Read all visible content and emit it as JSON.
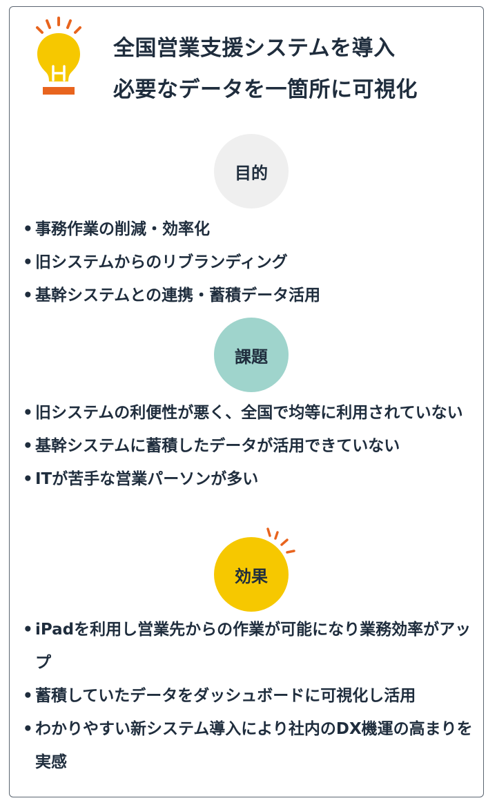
{
  "header": {
    "title_line1": "全国営業支援システムを導入",
    "title_line2": "必要なデータを一箇所に可視化",
    "icon": "lightbulb-icon"
  },
  "sections": {
    "purpose": {
      "label": "目的",
      "items": [
        "事務作業の削減・効率化",
        "旧システムからのリブランディング",
        "基幹システムとの連携・蓄積データ活用"
      ]
    },
    "issues": {
      "label": "課題",
      "items": [
        "旧システムの利便性が悪く、全国で均等に利用されていない",
        "基幹システムに蓄積したデータが活用できていない",
        "ITが苦手な営業パーソンが多い"
      ]
    },
    "effects": {
      "label": "効果",
      "items": [
        "iPadを利用し営業先からの作業が可能になり業務効率がアップ",
        "蓄積していたデータをダッシュボードに可視化し活用",
        "わかりやすい新システム導入により社内のDX機運の高まりを実感"
      ]
    }
  },
  "colors": {
    "text": "#1f2d3d",
    "purpose_circle": "#efefef",
    "issues_circle": "#9fd4cc",
    "effects_circle": "#f6c800",
    "bulb": "#f6c800",
    "accent": "#e8641e"
  }
}
